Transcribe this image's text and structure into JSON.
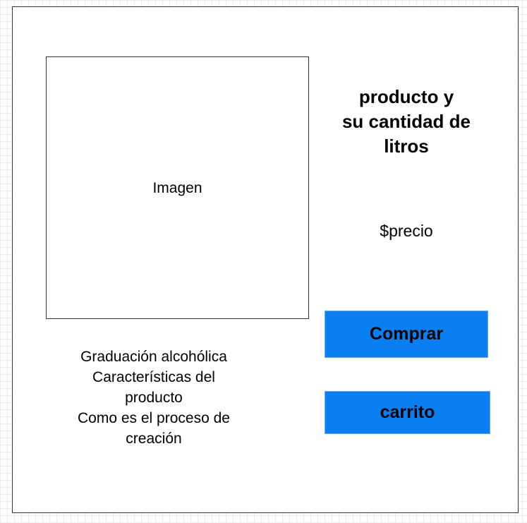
{
  "product": {
    "image_label": "Imagen",
    "title": "producto y\nsu cantidad de\nlitros",
    "price": "$precio"
  },
  "actions": {
    "buy_label": "Comprar",
    "cart_label": "carrito"
  },
  "details": [
    "Graduación alcohólica",
    "Características del",
    "producto",
    "Como es el proceso de",
    "creación"
  ],
  "colors": {
    "button_bg": "#0a7ff2",
    "background": "#ffffff"
  }
}
